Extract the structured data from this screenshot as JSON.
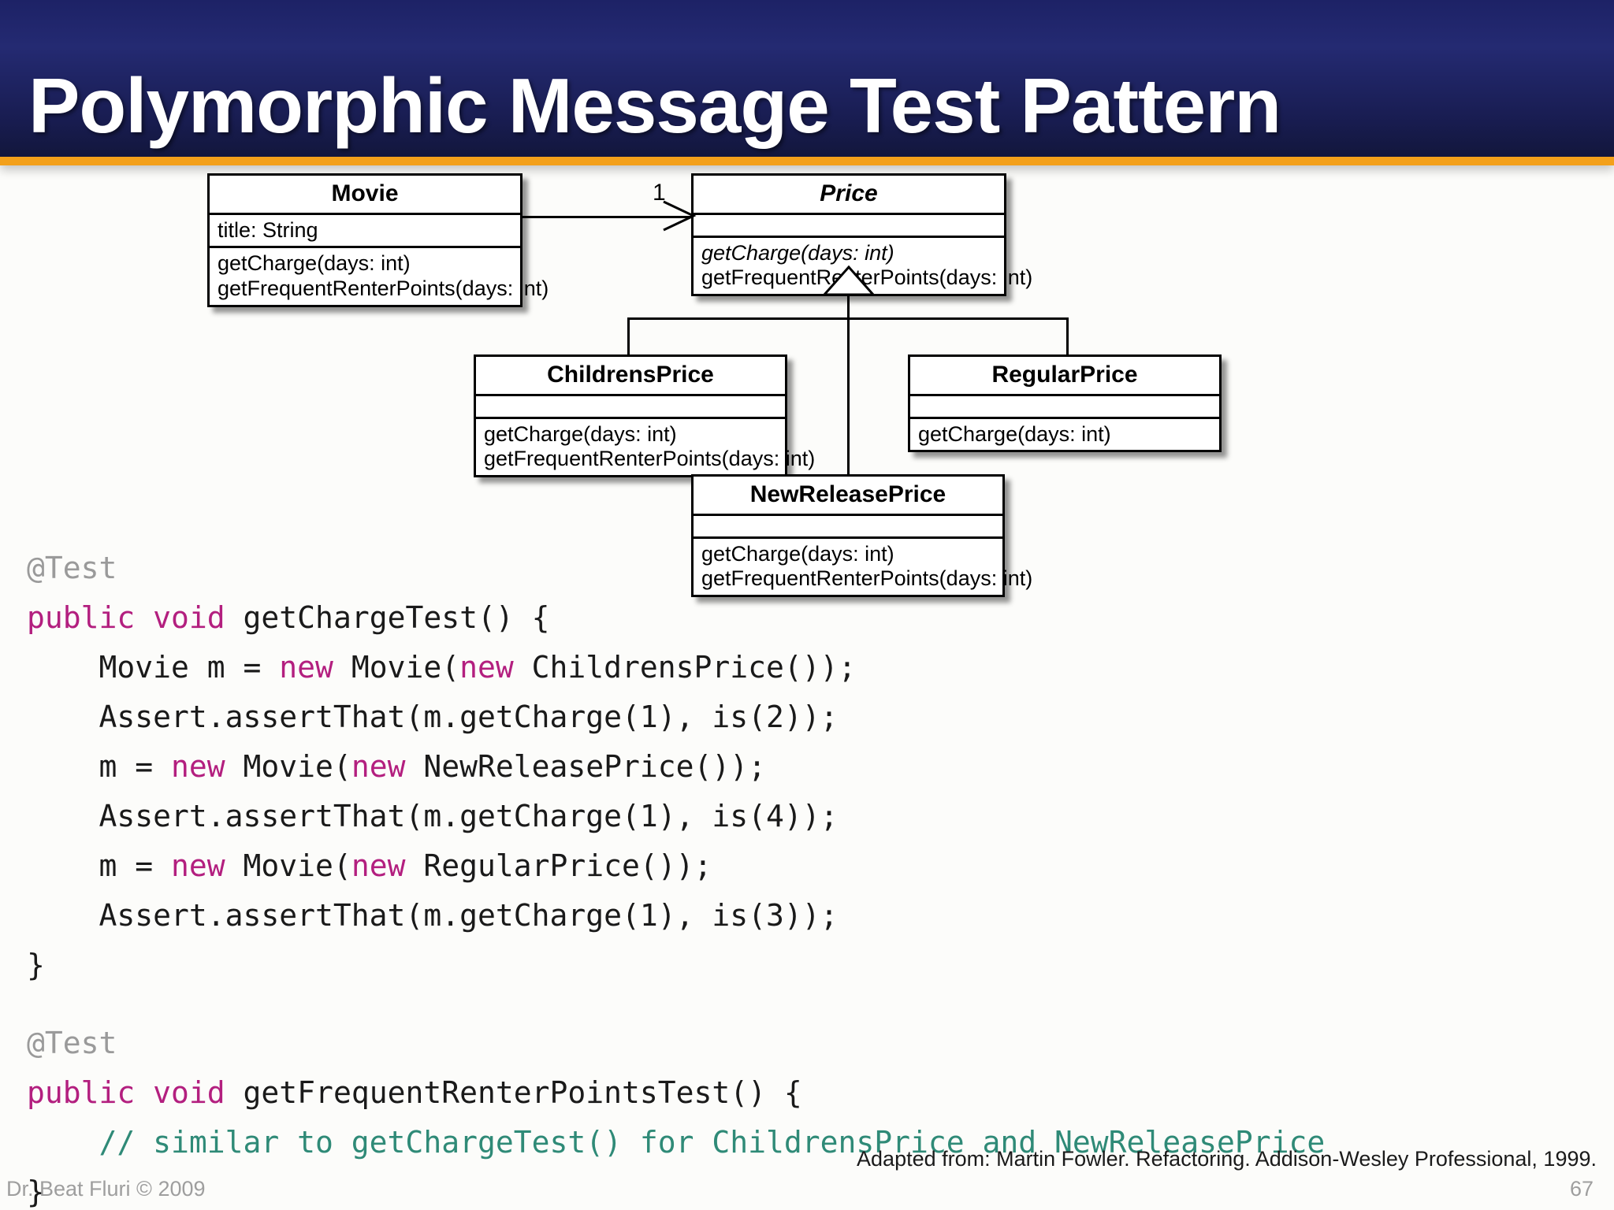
{
  "slide": {
    "title": "Polymorphic Message Test Pattern",
    "banner_color": "#1d2266",
    "accent_color": "#f3a01a"
  },
  "diagram": {
    "type": "uml-class-diagram",
    "association_multiplicity": "1",
    "classes": {
      "movie": {
        "name": "Movie",
        "attributes": [
          "title: String"
        ],
        "methods": [
          "getCharge(days: int)",
          "getFrequentRenterPoints(days: int)"
        ]
      },
      "price": {
        "name": "Price",
        "abstract": true,
        "attributes": [],
        "methods": [
          "getCharge(days: int)",
          "getFrequentRenterPoints(days: int)"
        ]
      },
      "childrens_price": {
        "name": "ChildrensPrice",
        "attributes": [],
        "methods": [
          "getCharge(days: int)",
          "getFrequentRenterPoints(days: int)"
        ]
      },
      "regular_price": {
        "name": "RegularPrice",
        "attributes": [],
        "methods": [
          "getCharge(days: int)"
        ]
      },
      "new_release_price": {
        "name": "NewReleasePrice",
        "attributes": [],
        "methods": [
          "getCharge(days: int)",
          "getFrequentRenterPoints(days: int)"
        ]
      }
    }
  },
  "code": {
    "lines": [
      {
        "segments": [
          {
            "text": "@Test",
            "style": "ann"
          }
        ]
      },
      {
        "segments": [
          {
            "text": "public void",
            "style": "kw"
          },
          {
            "text": " getChargeTest() {",
            "style": "plain"
          }
        ]
      },
      {
        "segments": [
          {
            "text": "    Movie m = ",
            "style": "plain"
          },
          {
            "text": "new",
            "style": "kw"
          },
          {
            "text": " Movie(",
            "style": "plain"
          },
          {
            "text": "new",
            "style": "kw"
          },
          {
            "text": " ChildrensPrice());",
            "style": "plain"
          }
        ]
      },
      {
        "segments": [
          {
            "text": "    Assert.assertThat(m.getCharge(1), is(2));",
            "style": "plain"
          }
        ]
      },
      {
        "segments": [
          {
            "text": "    m = ",
            "style": "plain"
          },
          {
            "text": "new",
            "style": "kw"
          },
          {
            "text": " Movie(",
            "style": "plain"
          },
          {
            "text": "new",
            "style": "kw"
          },
          {
            "text": " NewReleasePrice());",
            "style": "plain"
          }
        ]
      },
      {
        "segments": [
          {
            "text": "    Assert.assertThat(m.getCharge(1), is(4));",
            "style": "plain"
          }
        ]
      },
      {
        "segments": [
          {
            "text": "    m = ",
            "style": "plain"
          },
          {
            "text": "new",
            "style": "kw"
          },
          {
            "text": " Movie(",
            "style": "plain"
          },
          {
            "text": "new",
            "style": "kw"
          },
          {
            "text": " RegularPrice());",
            "style": "plain"
          }
        ]
      },
      {
        "segments": [
          {
            "text": "    Assert.assertThat(m.getCharge(1), is(3));",
            "style": "plain"
          }
        ]
      },
      {
        "segments": [
          {
            "text": "}",
            "style": "plain"
          }
        ]
      },
      {
        "blank": true
      },
      {
        "segments": [
          {
            "text": "@Test",
            "style": "ann"
          }
        ]
      },
      {
        "segments": [
          {
            "text": "public void",
            "style": "kw"
          },
          {
            "text": " getFrequentRenterPointsTest() {",
            "style": "plain"
          }
        ]
      },
      {
        "segments": [
          {
            "text": "    // similar to getChargeTest() for ChildrensPrice and NewReleasePrice",
            "style": "cmt"
          }
        ]
      },
      {
        "segments": [
          {
            "text": "}",
            "style": "plain"
          }
        ]
      }
    ],
    "colors": {
      "keyword": "#b31f7f",
      "annotation": "#9a9a9a",
      "comment": "#2f8a77",
      "plain": "#1a1a1a"
    }
  },
  "footer": {
    "attribution": "Adapted from: Martin Fowler. Refactoring. Addison-Wesley Professional, 1999.",
    "credit": "Dr. Beat Fluri © 2009",
    "page_number": "67"
  }
}
